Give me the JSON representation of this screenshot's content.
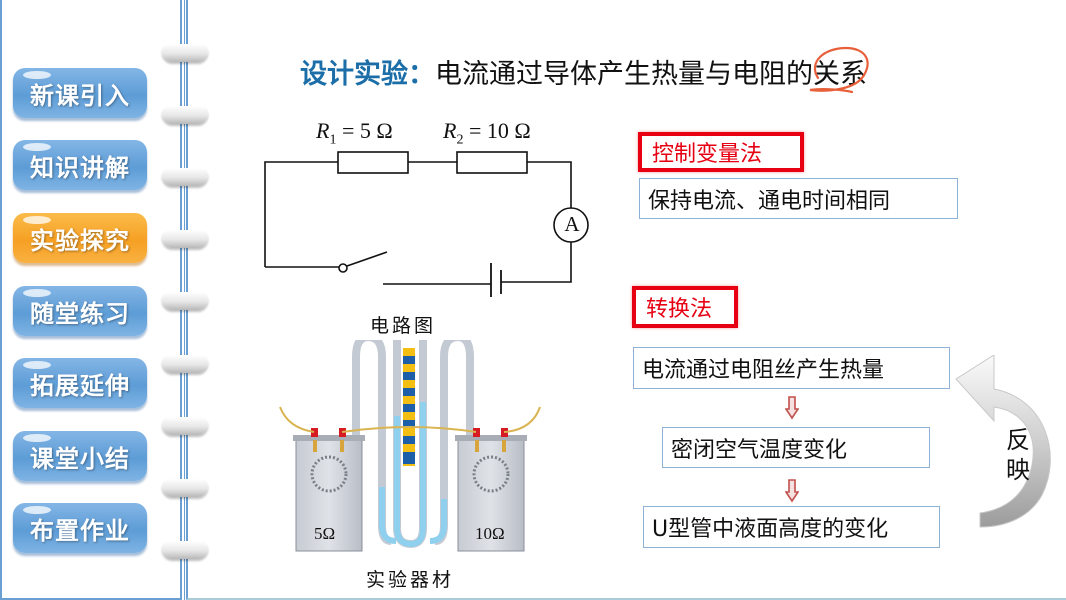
{
  "sidebar": {
    "items": [
      {
        "label": "新课引入",
        "active": false
      },
      {
        "label": "知识讲解",
        "active": false
      },
      {
        "label": "实验探究",
        "active": true
      },
      {
        "label": "随堂练习",
        "active": false
      },
      {
        "label": "拓展延伸",
        "active": false
      },
      {
        "label": "课堂小结",
        "active": false
      },
      {
        "label": "布置作业",
        "active": false
      }
    ]
  },
  "title": {
    "prefix": "设计实验：",
    "text": "电流通过导体产生热量与电阻的关系",
    "annotation": "电阻 circled"
  },
  "circuit": {
    "r1_label": "R",
    "r1_sub": "1",
    "r1_value": "= 5 Ω",
    "r2_label": "R",
    "r2_sub": "2",
    "r2_value": "= 10 Ω",
    "ammeter": "A",
    "caption": "电路图"
  },
  "apparatus": {
    "left_container": "5Ω",
    "right_container": "10Ω",
    "caption": "实验器材"
  },
  "methods": {
    "control": {
      "tag": "控制变量法",
      "detail": "保持电流、通电时间相同"
    },
    "conversion": {
      "tag": "转换法",
      "steps": [
        "电流通过电阻丝产生热量",
        "密闭空气温度变化",
        "U型管中液面高度的变化"
      ],
      "feedback_label": "反映"
    }
  },
  "colors": {
    "accent_blue": "#1b6ea8",
    "tag_red": "#e60012",
    "nav_blue": "#5d9cd6",
    "nav_active": "#f6a024",
    "water": "#8fd0ee"
  }
}
